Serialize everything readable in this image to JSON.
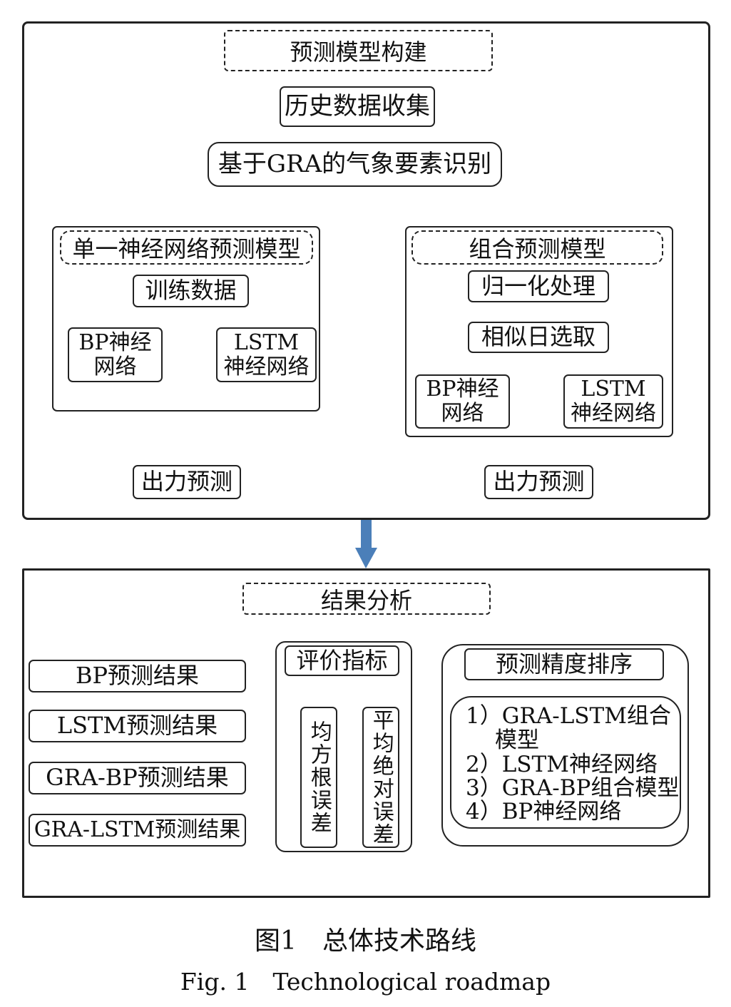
{
  "colors": {
    "arrow": "#4b7fb9",
    "border": "#222222"
  },
  "top_section": {
    "title": "预测模型构建",
    "history": "历史数据收集",
    "gra": "基于GRA的气象要素识别",
    "single": {
      "title": "单一神经网络预测模型",
      "train": "训练数据",
      "bp": "BP神经网络",
      "lstm_line1": "LSTM",
      "lstm_line2": "神经网络",
      "output": "出力预测"
    },
    "combo": {
      "title": "组合预测模型",
      "normalize": "归一化处理",
      "similar_day": "相似日选取",
      "bp": "BP神经网络",
      "lstm_line1": "LSTM",
      "lstm_line2": "神经网络",
      "output": "出力预测"
    }
  },
  "bottom_section": {
    "title": "结果分析",
    "results": [
      "BP预测结果",
      "LSTM预测结果",
      "GRA-BP预测结果",
      "GRA-LSTM预测结果"
    ],
    "metrics_title": "评价指标",
    "metrics": [
      "均方根误差",
      "平均绝对误差"
    ],
    "ranking_title": "预测精度排序",
    "ranking": [
      "1）GRA-LSTM组合",
      "模型",
      "2）LSTM神经网络",
      "3）GRA-BP组合模型",
      "4）BP神经网络"
    ]
  },
  "caption": {
    "cn": "图1　总体技术路线",
    "en": "Fig. 1　Technological roadmap"
  }
}
